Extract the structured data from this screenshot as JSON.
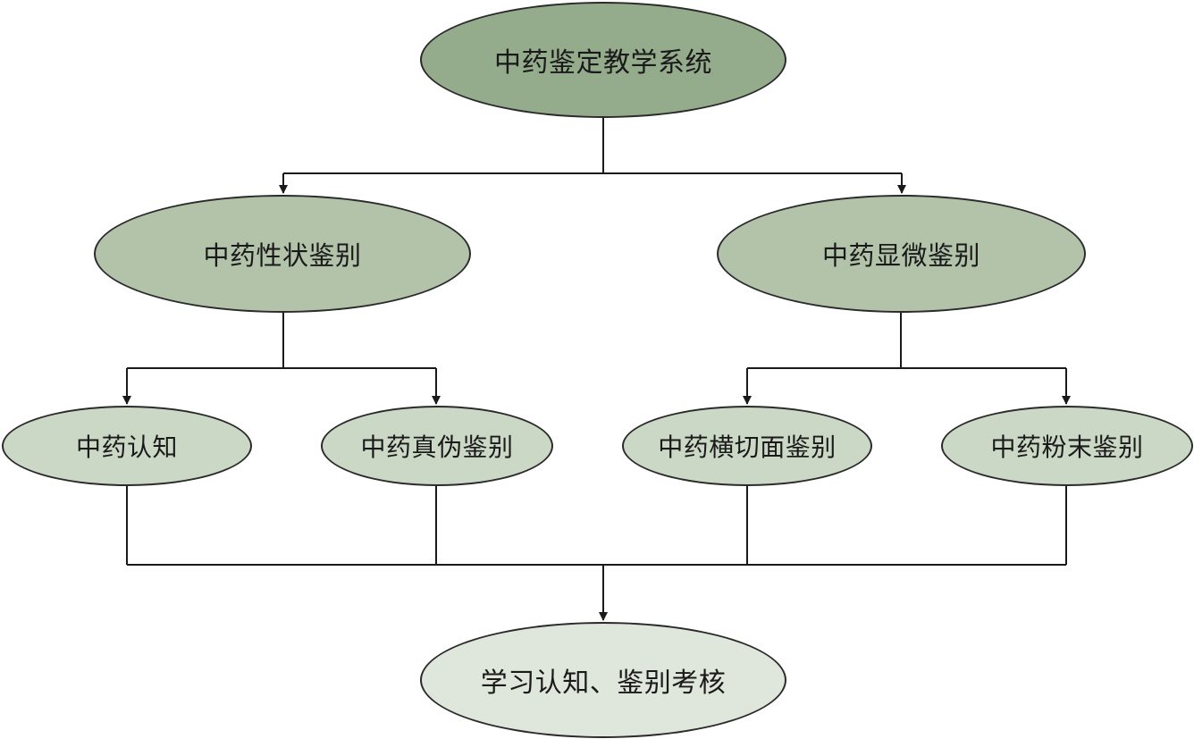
{
  "diagram": {
    "root": {
      "label": "中药鉴定教学系统"
    },
    "branches": [
      {
        "label": "中药性状鉴别",
        "children": [
          {
            "label": "中药认知"
          },
          {
            "label": "中药真伪鉴别"
          }
        ]
      },
      {
        "label": "中药显微鉴别",
        "children": [
          {
            "label": "中药横切面鉴别"
          },
          {
            "label": "中药粉末鉴别"
          }
        ]
      }
    ],
    "result": {
      "label": "学习认知、鉴别考核"
    }
  },
  "colors": {
    "root_fill": "#94ab8c",
    "branch_fill": "#b2c3aa",
    "leaf_fill": "#ccd8c6",
    "result_fill": "#dfe6dc",
    "line": "#1a1a1a"
  }
}
